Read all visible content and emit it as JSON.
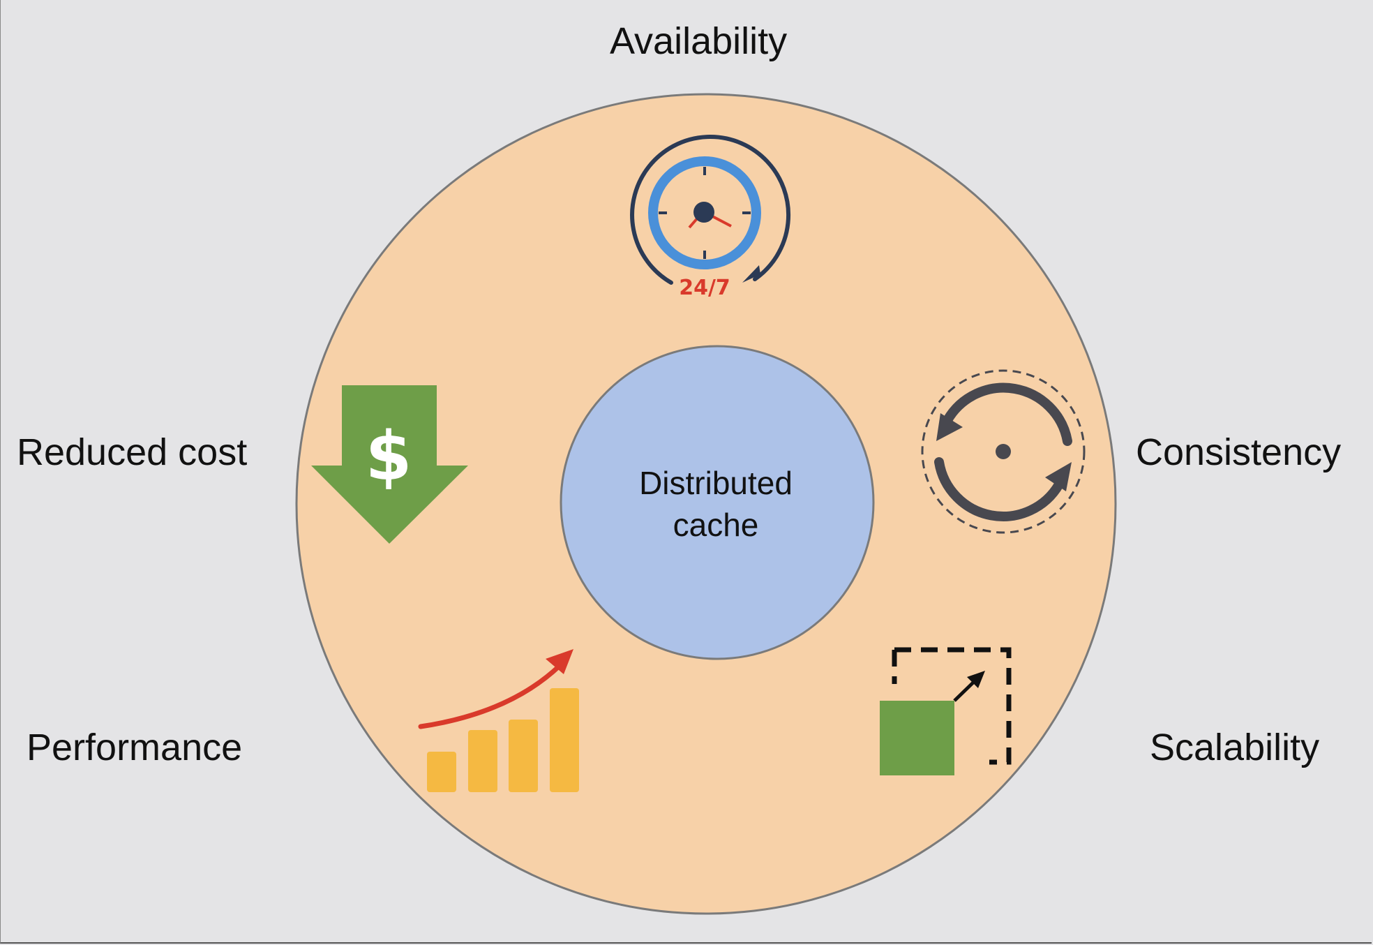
{
  "labels": {
    "availability": "Availability",
    "reduced_cost": "Reduced cost",
    "consistency": "Consistency",
    "performance": "Performance",
    "scalability": "Scalability"
  },
  "center": {
    "line1": "Distributed",
    "line2": "cache"
  },
  "availability_icon": {
    "text": "24/7"
  },
  "reduced_cost_icon": {
    "symbol": "$"
  },
  "colors": {
    "background": "#e4e4e6",
    "outer_circle": "#f7d1a8",
    "inner_circle": "#adc2e8",
    "green": "#6e9e48",
    "orange": "#f5b942",
    "red": "#d93a2b",
    "blue": "#4a90d9",
    "navy": "#2b3a55",
    "gray_dark": "#48484f"
  },
  "icons": [
    "clock-24-7-icon",
    "dollar-down-arrow-icon",
    "sync-arrows-icon",
    "bar-chart-growth-icon",
    "scale-up-square-icon"
  ]
}
